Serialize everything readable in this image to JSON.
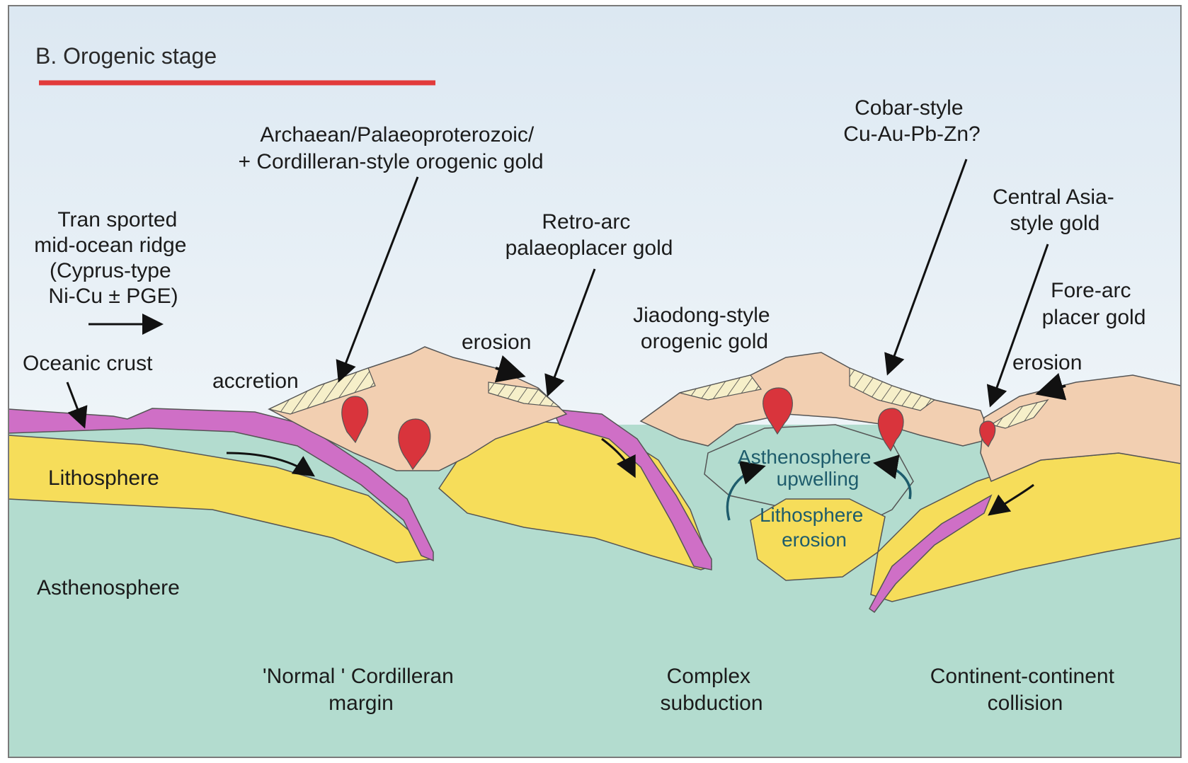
{
  "title": "B. Orogenic stage",
  "colors": {
    "sky_top": "#dde9f3",
    "sky_bottom": "#ffffff",
    "asthenosphere": "#b3dccf",
    "lithosphere": "#f6dd5a",
    "oceanic_crust": "#cf6fc6",
    "continental_crust": "#f2cfb1",
    "intrusion": "#d9343c",
    "title_rule": "#e23b3b",
    "frame": "#7a7a7a"
  },
  "labels": {
    "transported_ridge": [
      "Tran sported",
      "mid-ocean ridge",
      "(Cyprus-type",
      "Ni-Cu ± PGE)"
    ],
    "oceanic_crust": "Oceanic crust",
    "lithosphere": "Lithosphere",
    "asthenosphere": "Asthenosphere",
    "archaean_gold": [
      "Archaean/Palaeoproterozoic/",
      "+ Cordilleran-style orogenic gold"
    ],
    "accretion": "accretion",
    "erosion_left": "erosion",
    "retro_arc": [
      "Retro-arc",
      "palaeoplacer gold"
    ],
    "jiaodong": [
      "Jiaodong-style",
      "orogenic gold"
    ],
    "cobar": [
      "Cobar-style",
      "Cu-Au-Pb-Zn?"
    ],
    "central_asia": [
      "Central Asia-",
      "style gold"
    ],
    "fore_arc": [
      "Fore-arc",
      "placer gold"
    ],
    "erosion_right": "erosion",
    "asthenosphere_upwelling": [
      "Asthenosphere",
      "upwelling"
    ],
    "lithosphere_erosion": [
      "Lithosphere",
      "erosion"
    ],
    "normal_cordilleran": [
      "'Normal ' Cordilleran",
      "margin"
    ],
    "complex_subduction": [
      "Complex",
      "subduction"
    ],
    "continent_collision": [
      "Continent-continent",
      "collision"
    ]
  }
}
